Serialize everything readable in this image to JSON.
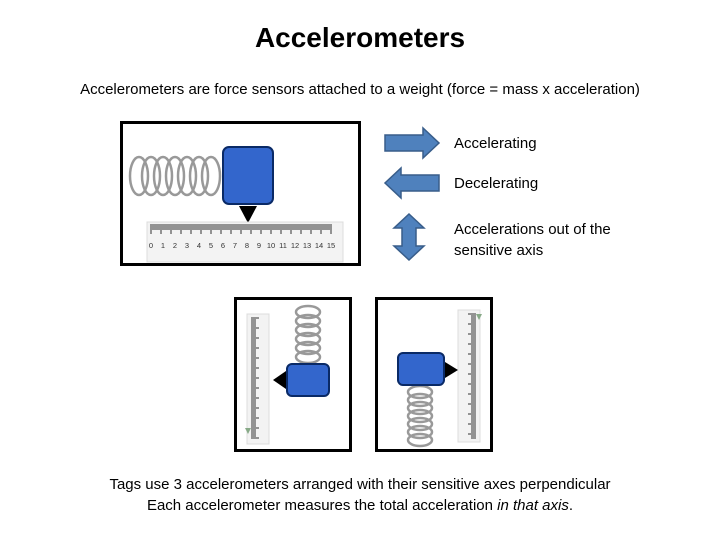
{
  "title": "Accelerometers",
  "subtitle": "Accelerometers are force sensors attached to a weight (force = mass x acceleration)",
  "legend": {
    "accelerating": "Accelerating",
    "decelerating": "Decelerating",
    "out_of_axis": "Accelerations out of the sensitive axis"
  },
  "ruler_labels": [
    "0",
    "1",
    "2",
    "3",
    "4",
    "5",
    "6",
    "7",
    "8",
    "9",
    "10",
    "11",
    "12",
    "13",
    "14",
    "15"
  ],
  "caption": {
    "line1": "Tags use 3 accelerometers arranged with their sensitive axes perpendicular",
    "line2_start": "Each accelerometer measures the total acceleration ",
    "line2_italic": "in that axis",
    "line2_end": "."
  },
  "colors": {
    "arrow_blue": "#4f81bd",
    "weight_blue": "#3366cc",
    "spring_gray": "#999999"
  }
}
